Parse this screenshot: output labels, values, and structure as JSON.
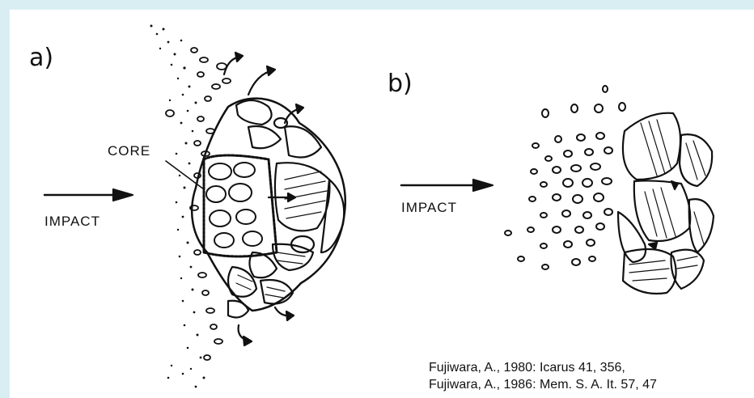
{
  "panel_a": {
    "label": "a)",
    "impact_label": "IMPACT",
    "core_label": "CORE"
  },
  "panel_b": {
    "label": "b)",
    "impact_label": "IMPACT"
  },
  "citation": {
    "line1": "Fujiwara, A., 1980: Icarus 41, 356,",
    "line2": "Fujiwara, A., 1986: Mem. S. A. It. 57, 47"
  },
  "colors": {
    "border": "#d9eef2",
    "ink": "#111111",
    "paper": "#ffffff"
  }
}
